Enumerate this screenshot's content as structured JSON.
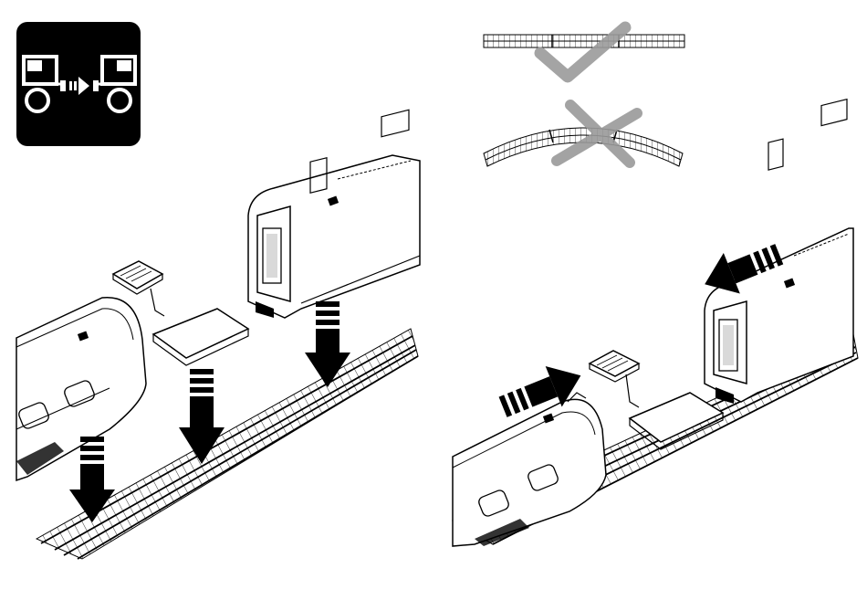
{
  "diagram": {
    "type": "instruction-illustration",
    "icon": "coupling-icon",
    "colors": {
      "ink": "#000000",
      "paper": "#ffffff",
      "mark_gray": "#9a9a9a",
      "track_fill": "#e9e9e9"
    },
    "track_checks": [
      {
        "track": "straight",
        "mark": "checkmark"
      },
      {
        "track": "curved",
        "mark": "cross"
      }
    ],
    "steps": [
      {
        "panel": "left",
        "action": "place-on-track",
        "arrows": "down"
      },
      {
        "panel": "right",
        "action": "push-together",
        "arrows": "horizontal"
      }
    ]
  }
}
